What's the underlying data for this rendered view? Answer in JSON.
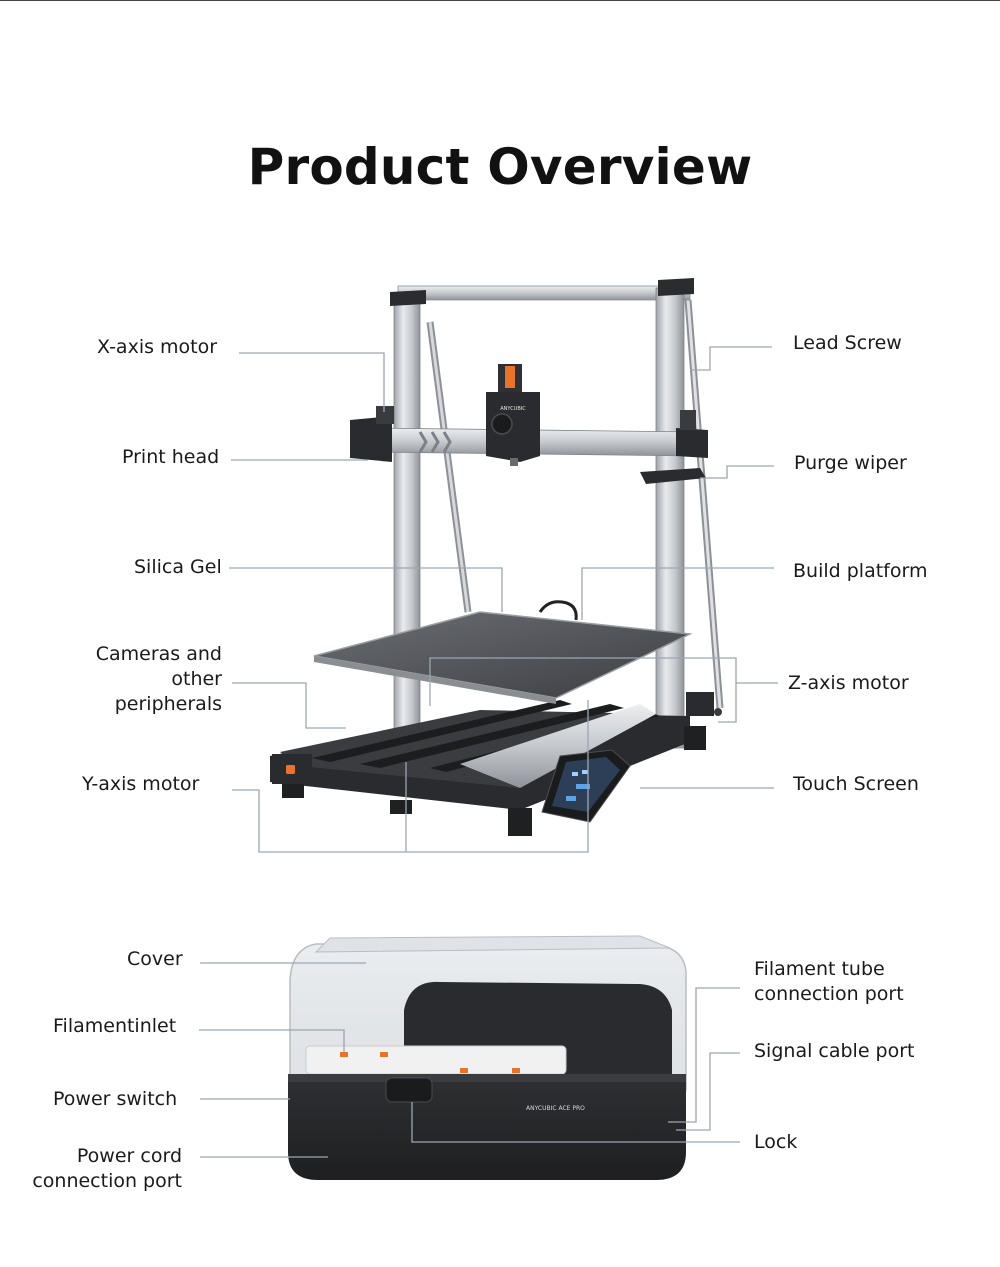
{
  "title": "Product Overview",
  "printer": {
    "brand_text": "ANYCUBIC",
    "labels": {
      "x_axis_motor": "X-axis motor",
      "print_head": "Print head",
      "silica_gel": "Silica Gel",
      "cameras_peripherals": "Cameras and other peripherals",
      "y_axis_motor": "Y-axis motor",
      "lead_screw": "Lead Screw",
      "purge_wiper": "Purge wiper",
      "build_platform": "Build platform",
      "z_axis_motor": "Z-axis motor",
      "touch_screen": "Touch Screen"
    }
  },
  "ace": {
    "brand_text": "ANYCUBIC ACE PRO",
    "labels": {
      "cover": "Cover",
      "filament_inlet": "Filamentinlet",
      "power_switch": "Power switch",
      "power_cord_port": "Power cord connection port",
      "filament_tube_port": "Filament tube connection port",
      "signal_cable_port": "Signal cable port",
      "lock": "Lock"
    }
  },
  "colors": {
    "frame": "#c9ccd1",
    "frame_dark": "#2a2b2e",
    "accent": "#e8732a",
    "callout_line": "#9aa6b4"
  }
}
